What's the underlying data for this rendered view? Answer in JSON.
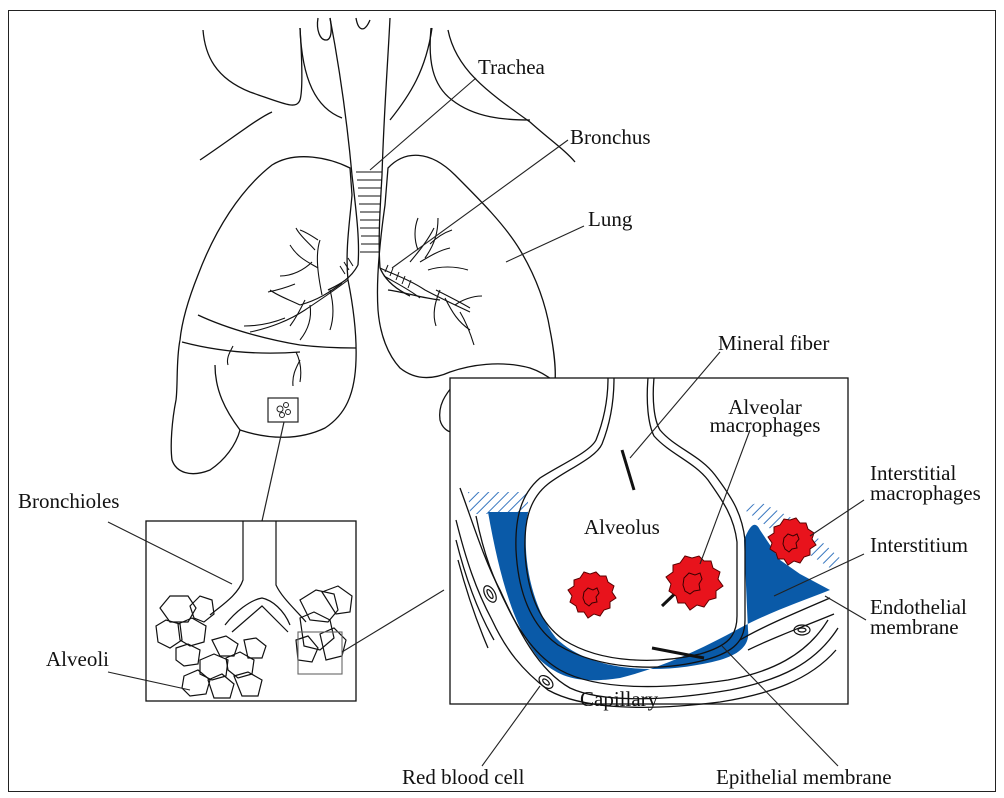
{
  "labels": {
    "trachea": "Trachea",
    "bronchus": "Bronchus",
    "lung": "Lung",
    "mineral_fiber": "Mineral fiber",
    "alveolar_macrophages_1": "Alveolar",
    "alveolar_macrophages_2": "macrophages",
    "interstitial_macrophages_1": "Interstitial",
    "interstitial_macrophages_2": "macrophages",
    "alveolus": "Alveolus",
    "interstitium": "Interstitium",
    "endothelial_membrane_1": "Endothelial",
    "endothelial_membrane_2": "membrane",
    "bronchioles": "Bronchioles",
    "alveoli": "Alveoli",
    "capillary": "Capillary",
    "red_blood_cell": "Red blood cell",
    "epithelial_membrane": "Epithelial membrane"
  },
  "colors": {
    "interstitium_fill": "#0a5aa8",
    "macrophage_fill": "#e8131c",
    "line": "#111111",
    "hatch": "#3a78c0"
  }
}
